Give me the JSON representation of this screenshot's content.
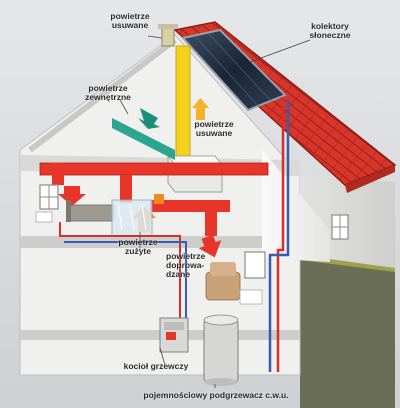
{
  "labels": {
    "exhaust_outdoor": "powietrze\nusuwane",
    "solar_collectors": "kolektory\nsłoneczne",
    "outdoor_air": "powietrze\nzewnętrzne",
    "exhaust_air": "powietrze\nusuwane",
    "used_air": "powietrze\nzużyte",
    "supply_air": "powietrze\ndoprowa-\ndzane",
    "boiler": "kocioł grzewczy",
    "water_heater": "pojemnościowy podgrzewacz c.w.u."
  },
  "colors": {
    "roof": "#d8362b",
    "wall": "#f3f3f2",
    "solar_panel": "#1e2a3a",
    "supply_duct": "#e8352a",
    "exhaust_duct": "#f2d21c",
    "outdoor_duct": "#2aa58f",
    "pipe_blue": "#3a5bb0",
    "ground": "#9aa34a"
  }
}
